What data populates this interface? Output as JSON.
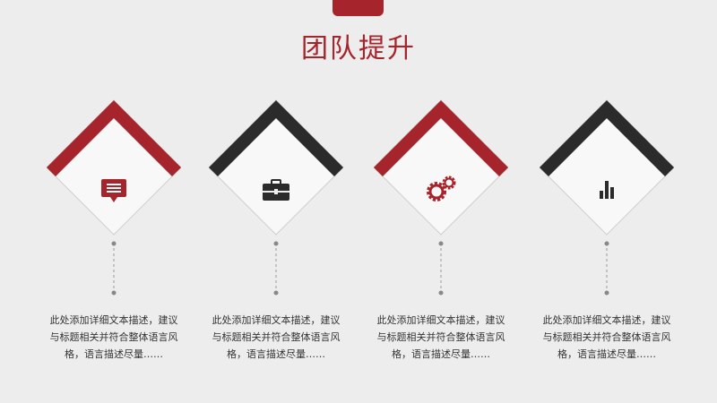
{
  "title": "团队提升",
  "colors": {
    "red": "#a6242b",
    "dark": "#2b2b2b",
    "background": "#ededed"
  },
  "items": [
    {
      "icon": "chat-bubble-icon",
      "accent": "#a6242b",
      "desc1": "此处添加详细文本描述，建议",
      "desc2": "与标题相关并符合整体语言风",
      "desc3": "格，语言描述尽量……"
    },
    {
      "icon": "briefcase-icon",
      "accent": "#2b2b2b",
      "desc1": "此处添加详细文本描述，建议",
      "desc2": "与标题相关并符合整体语言风",
      "desc3": "格，语言描述尽量……"
    },
    {
      "icon": "gears-icon",
      "accent": "#a6242b",
      "desc1": "此处添加详细文本描述，建议",
      "desc2": "与标题相关并符合整体语言风",
      "desc3": "格，语言描述尽量……"
    },
    {
      "icon": "bar-chart-icon",
      "accent": "#2b2b2b",
      "desc1": "此处添加详细文本描述，建议",
      "desc2": "与标题相关并符合整体语言风",
      "desc3": "格，语言描述尽量……"
    }
  ]
}
